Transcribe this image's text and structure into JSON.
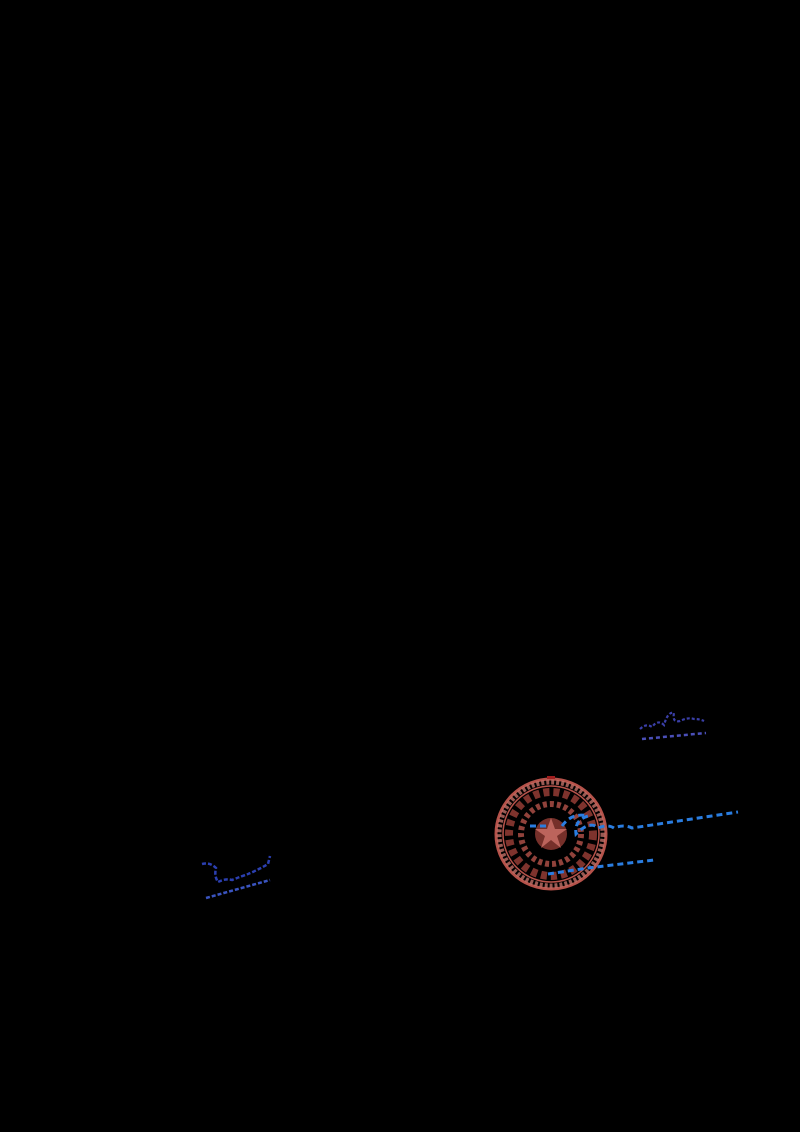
{
  "document": {
    "background_color": "#000000",
    "stamp": {
      "icon": "official-seal",
      "color": "#b5524a"
    },
    "signatures": [
      {
        "icon": "signature-top-right",
        "color": "#3a3fa8"
      },
      {
        "icon": "signature-over-stamp",
        "color": "#2a7de0"
      },
      {
        "icon": "signature-bottom-left",
        "color": "#2b3fb0"
      }
    ]
  }
}
